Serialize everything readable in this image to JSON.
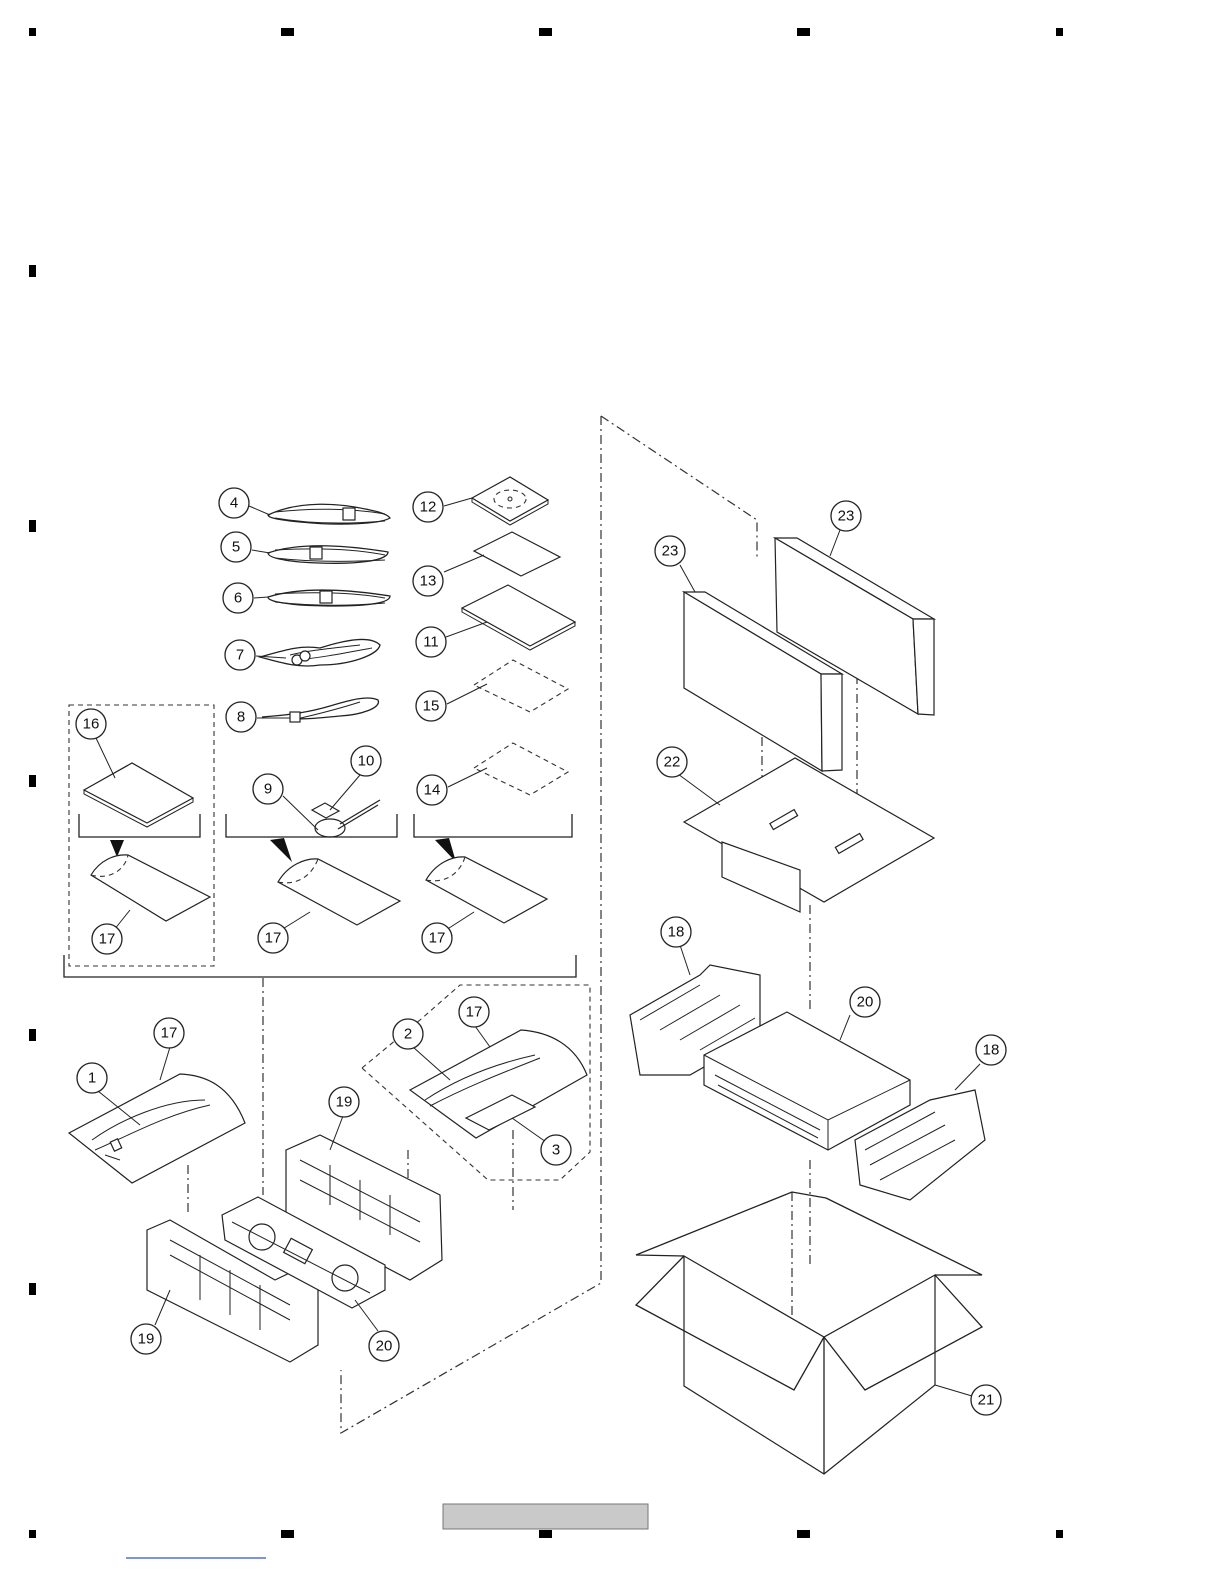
{
  "sheet": {
    "callouts": [
      {
        "id": "c4",
        "label": "4"
      },
      {
        "id": "c5",
        "label": "5"
      },
      {
        "id": "c6",
        "label": "6"
      },
      {
        "id": "c7",
        "label": "7"
      },
      {
        "id": "c8",
        "label": "8"
      },
      {
        "id": "c9",
        "label": "9"
      },
      {
        "id": "c10",
        "label": "10"
      },
      {
        "id": "c11",
        "label": "11"
      },
      {
        "id": "c12",
        "label": "12"
      },
      {
        "id": "c13",
        "label": "13"
      },
      {
        "id": "c14",
        "label": "14"
      },
      {
        "id": "c15",
        "label": "15"
      },
      {
        "id": "c16",
        "label": "16"
      },
      {
        "id": "c17a",
        "label": "17"
      },
      {
        "id": "c17b",
        "label": "17"
      },
      {
        "id": "c17c",
        "label": "17"
      },
      {
        "id": "c17d",
        "label": "17"
      },
      {
        "id": "c17e",
        "label": "17"
      },
      {
        "id": "c1",
        "label": "1"
      },
      {
        "id": "c2",
        "label": "2"
      },
      {
        "id": "c3",
        "label": "3"
      },
      {
        "id": "c19a",
        "label": "19"
      },
      {
        "id": "c19b",
        "label": "19"
      },
      {
        "id": "c20a",
        "label": "20"
      },
      {
        "id": "c20b",
        "label": "20"
      },
      {
        "id": "c18a",
        "label": "18"
      },
      {
        "id": "c18b",
        "label": "18"
      },
      {
        "id": "c21",
        "label": "21"
      },
      {
        "id": "c22",
        "label": "22"
      },
      {
        "id": "c23a",
        "label": "23"
      },
      {
        "id": "c23b",
        "label": "23"
      }
    ]
  }
}
